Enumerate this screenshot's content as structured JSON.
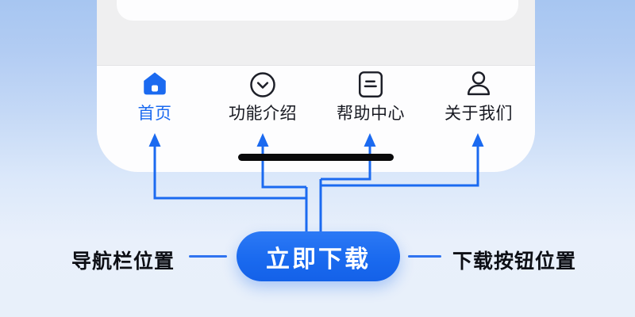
{
  "phone": {
    "tab_bar": {
      "items": [
        {
          "label": "首页",
          "icon": "home-icon",
          "active": true
        },
        {
          "label": "功能介绍",
          "icon": "circle-chevron-down-icon",
          "active": false
        },
        {
          "label": "帮助中心",
          "icon": "document-icon",
          "active": false
        },
        {
          "label": "关于我们",
          "icon": "user-icon",
          "active": false
        }
      ]
    },
    "home_indicator": "home-indicator-bar"
  },
  "cta_button": {
    "label": "立即下载"
  },
  "callouts": {
    "left_label": "导航栏位置",
    "right_label": "下载按钮位置"
  },
  "colors": {
    "accent_blue": "#1b6af0",
    "button_gradient_top": "#2c79f5",
    "button_gradient_bottom": "#1461e8",
    "active_tab": "#1b6af0",
    "inactive_tab": "#171921",
    "indicator_black": "#0a0a0b",
    "background_top": "#a7c6f1",
    "background_bottom": "#e8f0fa",
    "phone_body": "#efeff0",
    "tab_bar_white": "#fdfdfe"
  }
}
